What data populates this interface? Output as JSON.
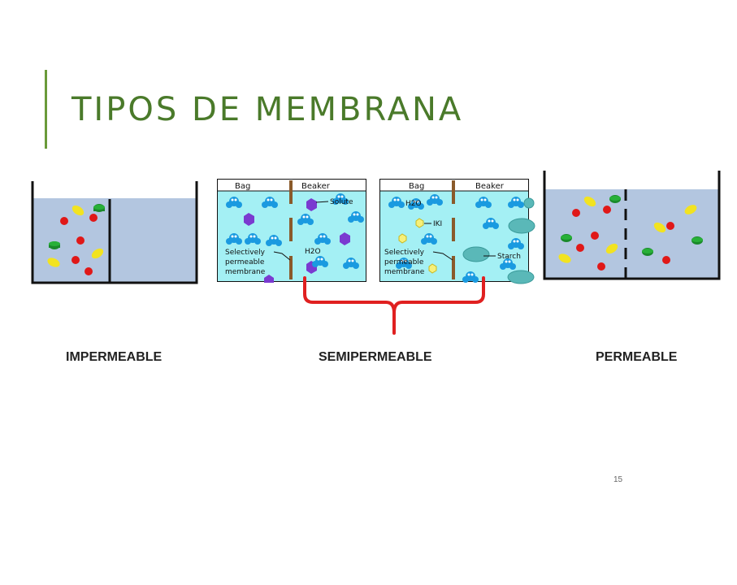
{
  "slide": {
    "title": "TIPOS DE MEMBRANA",
    "page_number": "15"
  },
  "colors": {
    "title": "#4a7a2a",
    "accent_bar": "#6a9a3a",
    "water_blue": "#b3c6e0",
    "semiperm_water": "#a4f0f4",
    "brace_red": "#e02020"
  },
  "labels": {
    "impermeable": "IMPERMEABLE",
    "semipermeable": "SEMIPERMEABLE",
    "permeable": "PERMEABLE"
  },
  "panel_left": {
    "header_bag": "Bag",
    "header_beaker": "Beaker",
    "solute": "Solute",
    "water": "H2O",
    "membrane": [
      "Selectively",
      "permeable",
      "membrane"
    ]
  },
  "panel_right": {
    "header_bag": "Bag",
    "header_beaker": "Beaker",
    "water": "H2O",
    "iki": "IKI",
    "starch": "Starch",
    "membrane": [
      "Selectively",
      "permeable",
      "membrane"
    ]
  }
}
